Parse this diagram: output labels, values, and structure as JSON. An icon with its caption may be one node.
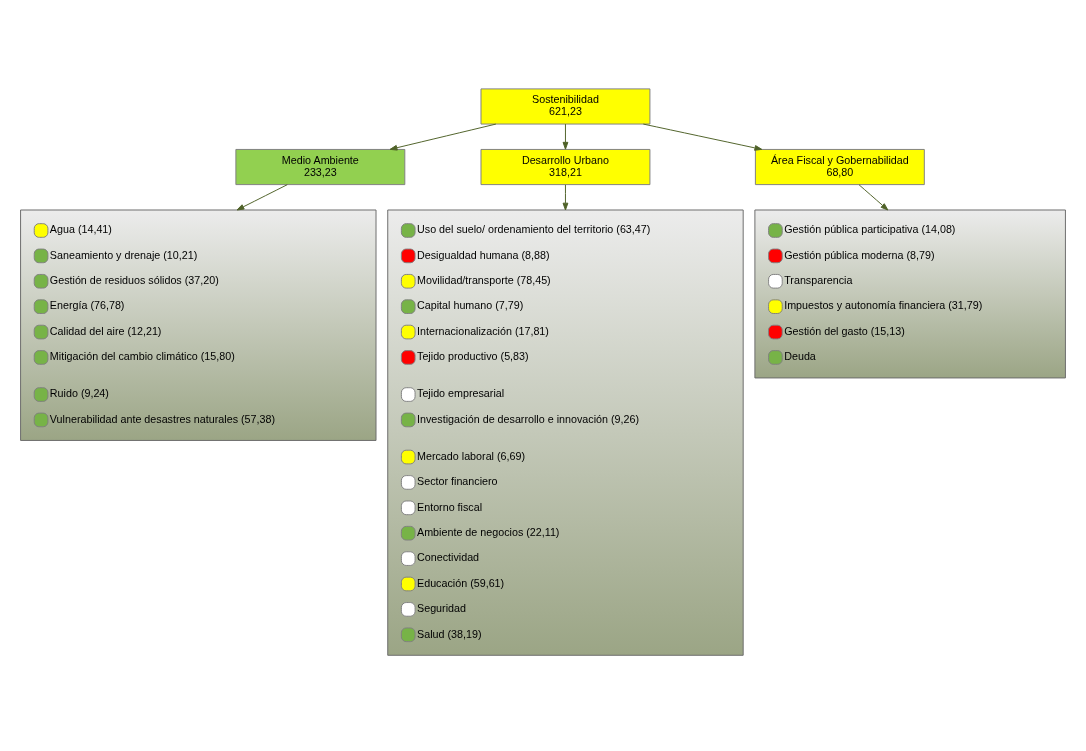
{
  "diagram": {
    "nodes": [
      {
        "text": [
          "Sostenibilidad",
          "621,23"
        ]
      },
      {
        "text": [
          "Medio Ambiente",
          "233,23"
        ]
      },
      {
        "text": [
          "Desarrollo Urbano",
          "318,21"
        ]
      },
      {
        "text": [
          "Área Fiscal y Gobernabilidad",
          "68,80"
        ]
      },
      {
        "text": [],
        "shape": "box"
      },
      {
        "text": [],
        "shape": "circle",
        "beside": [
          "Agua (14,41)"
        ],
        "in": 4
      },
      {
        "text": [],
        "shape": "circle",
        "beside": [
          "Saneamiento y drenaje (10,21)"
        ],
        "in": 4
      },
      {
        "text": [],
        "shape": "circle",
        "beside": [
          "Gestión de residuos sólidos (37,20)"
        ],
        "in": 4
      },
      {
        "text": [],
        "shape": "circle",
        "beside": [
          "Energía (76,78)"
        ],
        "in": 4
      },
      {
        "text": [],
        "shape": "circle",
        "beside": [
          "Calidad del aire (12,21)"
        ],
        "in": 4
      },
      {
        "text": [],
        "shape": "circle",
        "beside": [
          "Mitigación del cambio climático (15,80)"
        ],
        "in": 4
      },
      {
        "text": [],
        "shape": "circle",
        "beside": [
          "Ruido (9,24)"
        ],
        "in": 4
      },
      {
        "text": [],
        "shape": "circle",
        "beside": [
          "Vulnerabilidad ante desastres naturales (57,38)"
        ],
        "in": 4
      },
      {
        "text": [],
        "shape": "box"
      },
      {
        "text": [],
        "shape": "circle",
        "beside": [
          "Uso del suelo/ ordenamiento del territorio (63,47)"
        ],
        "in": 13
      },
      {
        "text": [],
        "shape": "circle",
        "beside": [
          "Desigualdad humana (8,88)"
        ],
        "in": 13
      },
      {
        "text": [],
        "shape": "circle",
        "beside": [
          "Movilidad/transporte (78,45)"
        ],
        "in": 13
      },
      {
        "text": [],
        "shape": "circle",
        "beside": [
          "Capital humano (7,79)"
        ],
        "in": 13
      },
      {
        "text": [],
        "shape": "circle",
        "beside": [
          "Internacionalización (17,81)"
        ],
        "in": 13
      },
      {
        "text": [],
        "shape": "circle",
        "beside": [
          "Tejido productivo (5,83)"
        ],
        "in": 13
      },
      {
        "text": [],
        "shape": "circle",
        "beside": [
          "Tejido empresarial"
        ],
        "in": 13
      },
      {
        "text": [],
        "shape": "circle",
        "beside": [
          "Investigación de desarrollo e innovación (9,26)"
        ],
        "in": 13
      },
      {
        "text": [],
        "shape": "circle",
        "beside": [
          "Mercado laboral (6,69)"
        ],
        "in": 13
      },
      {
        "text": [],
        "shape": "circle",
        "beside": [
          "Sector financiero"
        ],
        "in": 13
      },
      {
        "text": [],
        "shape": "circle",
        "beside": [
          "Entorno fiscal"
        ],
        "in": 13
      },
      {
        "text": [],
        "shape": "circle",
        "beside": [
          "Ambiente de negocios (22,11)"
        ],
        "in": 13
      },
      {
        "text": [],
        "shape": "circle",
        "beside": [
          "Conectividad"
        ],
        "in": 13
      },
      {
        "text": [],
        "shape": "circle",
        "beside": [
          "Educación (59,61)"
        ],
        "in": 13
      },
      {
        "text": [],
        "shape": "circle",
        "beside": [
          "Seguridad"
        ],
        "in": 13
      },
      {
        "text": [],
        "shape": "circle",
        "beside": [
          "Salud (38,19)"
        ],
        "in": 13
      },
      {
        "text": [],
        "shape": "box"
      },
      {
        "text": [],
        "shape": "circle",
        "beside": [
          "Gestión pública participativa (14,08)"
        ],
        "in": 30
      },
      {
        "text": [],
        "shape": "circle",
        "beside": [
          "Gestión pública moderna (8,79)"
        ],
        "in": 30
      },
      {
        "text": [],
        "shape": "circle",
        "beside": [
          "Transparencia"
        ],
        "in": 30
      },
      {
        "text": [],
        "shape": "circle",
        "beside": [
          "Impuestos y autonomía financiera (31,79)"
        ],
        "in": 30
      },
      {
        "text": [],
        "shape": "circle",
        "beside": [
          "Gestión del gasto (15,13)"
        ],
        "in": 30
      },
      {
        "text": [],
        "shape": "circle",
        "beside": [
          "Deuda"
        ],
        "in": 30
      }
    ],
    "edges": [
      {
        "from": 0,
        "to": 1,
        "arrow": "to"
      },
      {
        "from": 0,
        "to": 2,
        "arrow": "to"
      },
      {
        "from": 0,
        "to": 3,
        "arrow": "to"
      },
      {
        "from": 1,
        "to": 4,
        "arrow": "to"
      },
      {
        "from": 2,
        "to": 13,
        "arrow": "to"
      },
      {
        "from": 3,
        "to": 30,
        "arrow": "to"
      }
    ]
  }
}
